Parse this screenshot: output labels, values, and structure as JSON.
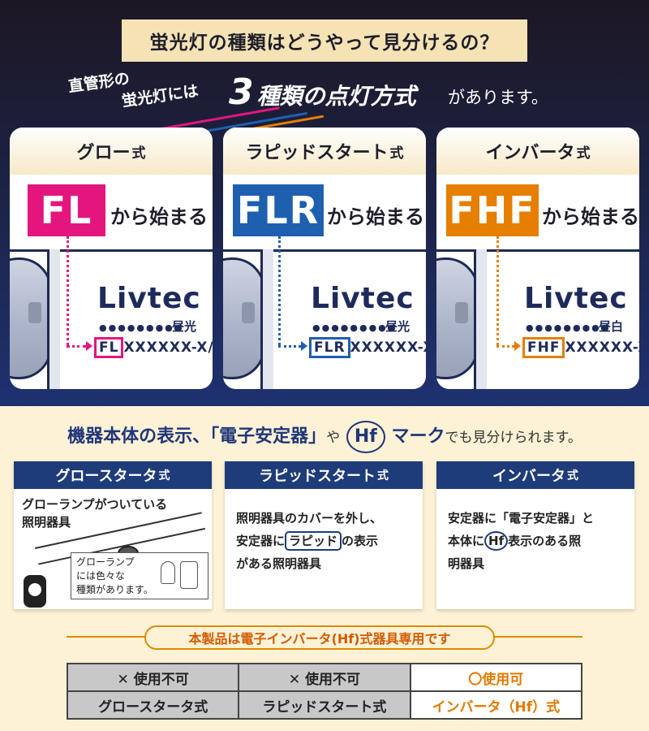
{
  "question": "蛍光灯の種類はどうやって見分けるの？",
  "intro": {
    "line1": "直管形の",
    "line2": "蛍光灯には",
    "number": "3",
    "emphasis": "種類の点灯方式",
    "tail": "があります。"
  },
  "types": [
    {
      "name": "グロー",
      "suffix": "式",
      "prefix": "FL",
      "starts_with": "から始まる",
      "brand": "Livtec",
      "dots": "●●●●●●●●●",
      "color_name": "昼光",
      "model_rest": "XXXXXX-X/",
      "color": "#e3167e"
    },
    {
      "name": "ラピッドスタート",
      "suffix": "式",
      "prefix": "FLR",
      "starts_with": "から始まる",
      "brand": "Livtec",
      "dots": "●●●●●●●●●",
      "color_name": "昼光",
      "model_rest": "XXXXXX-X",
      "color": "#1f5fb0"
    },
    {
      "name": "インバータ",
      "suffix": "式",
      "prefix": "FHF",
      "starts_with": "から始まる",
      "brand": "Livtec",
      "dots": "●●●●●●●●●",
      "color_name": "昼白",
      "model_rest": "XXXXXX-X",
      "color": "#e67e00"
    }
  ],
  "subheading": {
    "main": "機器本体の表示、「電子安定器」",
    "ya": "や",
    "hf": "Hf",
    "mark": "マーク",
    "tail": "でも見分けられます。"
  },
  "info_boxes": [
    {
      "title": "グロースタータ",
      "suffix": "式",
      "line1": "グローランプがついている",
      "line2": "照明器具",
      "note1": "グローランプ",
      "note2": "には色々な",
      "note3": "種類があります。"
    },
    {
      "title": "ラピッドスタート",
      "suffix": "式",
      "line1": "照明器具のカバーを外し、",
      "line2a": "安定器に",
      "line2box": "ラピッド",
      "line2b": "の表示",
      "line3": "がある照明器具"
    },
    {
      "title": "インバータ",
      "suffix": "式",
      "line1": "安定器に「電子安定器」と",
      "line2a": "本体に",
      "line2box": "Hf",
      "line2b": "表示のある照",
      "line3": "明器具"
    }
  ],
  "exclusive_note": "本製品は電子インバータ(Hf)式器具専用です",
  "compat_table": {
    "status": [
      "✕ 使用不可",
      "✕ 使用不可",
      "〇使用可"
    ],
    "types": [
      "グロースタータ式",
      "ラピッドスタート式",
      "インバータ（Hf）式"
    ]
  },
  "colors": {
    "navy": "#1e3b7a",
    "cream": "#fdf2d6",
    "orange": "#e08a00"
  }
}
